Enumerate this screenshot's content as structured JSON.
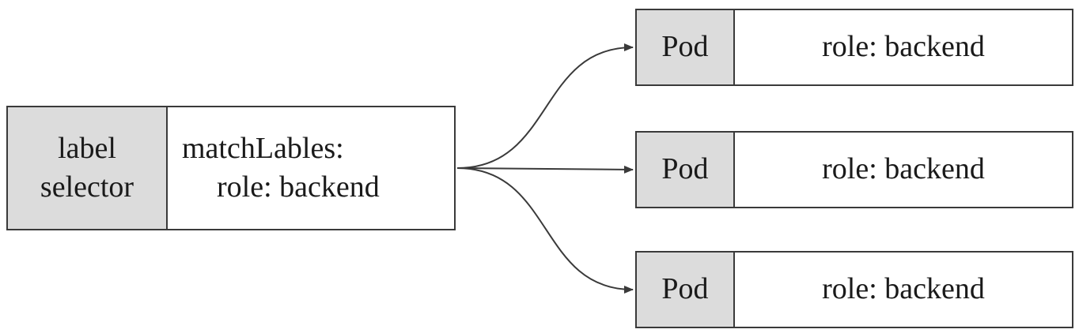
{
  "selector": {
    "key_line1": "label",
    "key_line2": "selector",
    "value_line1": "matchLables:",
    "value_line2": "role: backend"
  },
  "pods": [
    {
      "kind": "Pod",
      "label": "role: backend"
    },
    {
      "kind": "Pod",
      "label": "role: backend"
    },
    {
      "kind": "Pod",
      "label": "role: backend"
    }
  ],
  "colors": {
    "key_fill": "#dcdcdc",
    "border": "#3a3a3a",
    "arrow": "#3a3a3a"
  }
}
